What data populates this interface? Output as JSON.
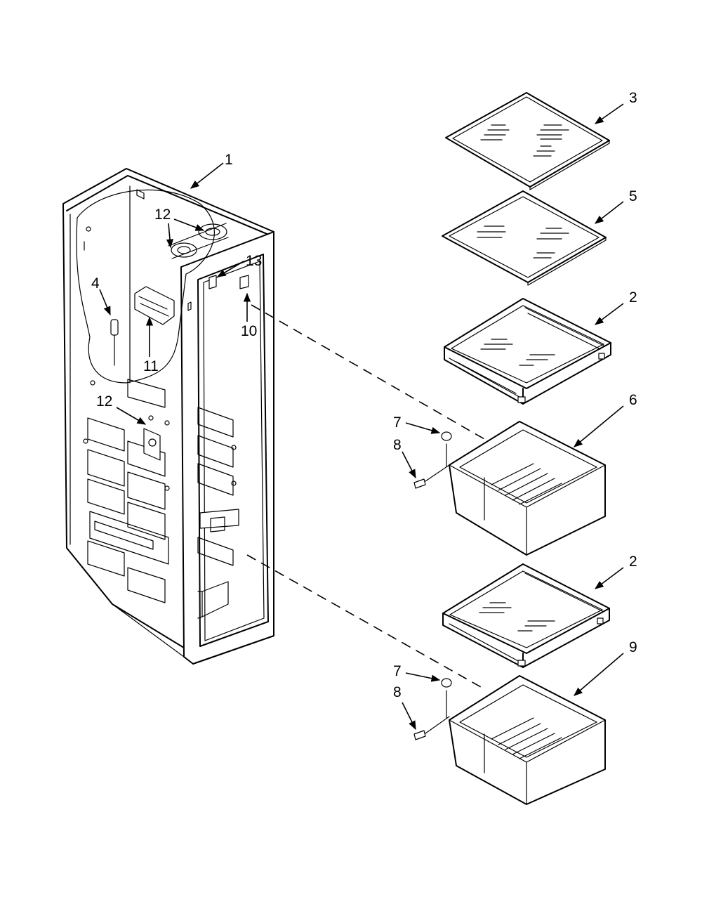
{
  "colors": {
    "line": "#000000",
    "background": "#ffffff"
  },
  "callouts": {
    "c1": "1",
    "c2a": "2",
    "c2b": "2",
    "c3": "3",
    "c4": "4",
    "c5": "5",
    "c6": "6",
    "c7a": "7",
    "c7b": "7",
    "c8a": "8",
    "c8b": "8",
    "c9": "9",
    "c10": "10",
    "c11": "11",
    "c12a": "12",
    "c12b": "12",
    "c13": "13"
  }
}
